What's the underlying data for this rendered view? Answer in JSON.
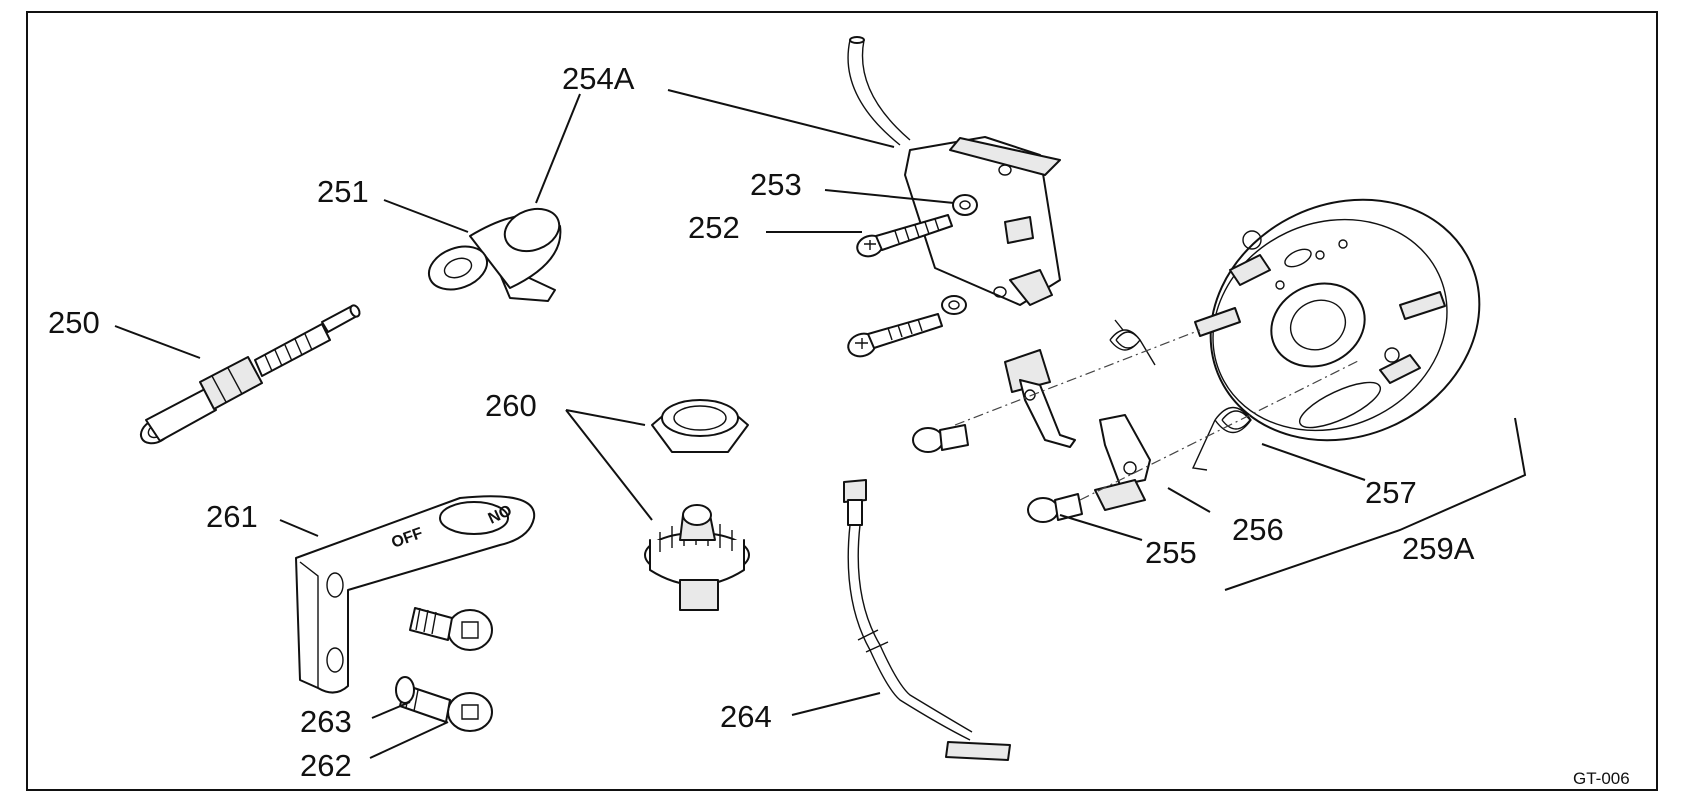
{
  "drawing_id": "GT-006",
  "callouts": {
    "p250": "250",
    "p251": "251",
    "p252": "252",
    "p253": "253",
    "p254a": "254A",
    "p255": "255",
    "p256": "256",
    "p257": "257",
    "p259a": "259A",
    "p260": "260",
    "p261": "261",
    "p262": "262",
    "p263": "263",
    "p264": "264"
  },
  "bracket_markings": {
    "on": "ON",
    "off": "OFF"
  }
}
